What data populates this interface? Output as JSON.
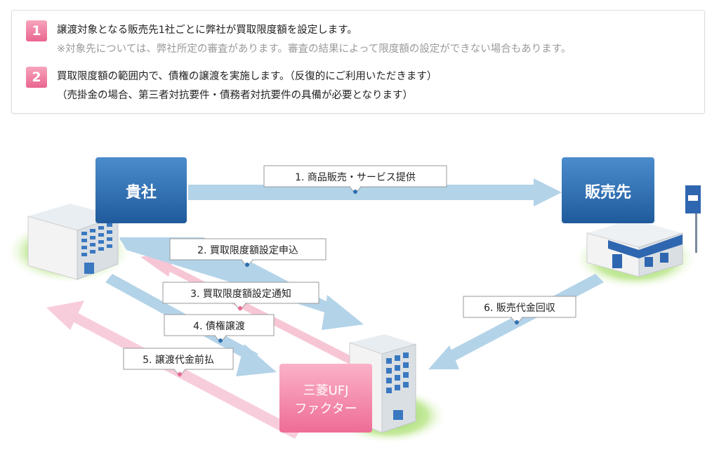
{
  "steps_box": {
    "step1": {
      "number": "1",
      "text": "譲渡対象となる販売先1社ごとに弊社が買取限度額を設定します。",
      "note": "※対象先については、弊社所定の審査があります。審査の結果によって限度額の設定ができない場合もあります。"
    },
    "step2": {
      "number": "2",
      "text": "買取限度額の範囲内で、債権の譲渡を実施します。（反復的にご利用いただきます）",
      "note": "（売掛金の場合、第三者対抗要件・債務者対抗要件の具備が必要となります）"
    }
  },
  "diagram": {
    "client_label": "貴社",
    "customer_label": "販売先",
    "factor_label_line1": "三菱UFJ",
    "factor_label_line2": "ファクター",
    "flow1": "1. 商品販売・サービス提供",
    "flow2": "2. 買取限度額設定申込",
    "flow3": "3. 買取限度額設定通知",
    "flow4": "4. 債権譲渡",
    "flow5": "5. 譲渡代金前払",
    "flow6": "6. 販売代金回収"
  },
  "colors": {
    "blue_box": "#2f6fb0",
    "blue_arrow": "#a9cce3",
    "pink_arrow": "#f6bfd0",
    "pink_box": "#f07aa0",
    "badge": "#ec7398"
  }
}
